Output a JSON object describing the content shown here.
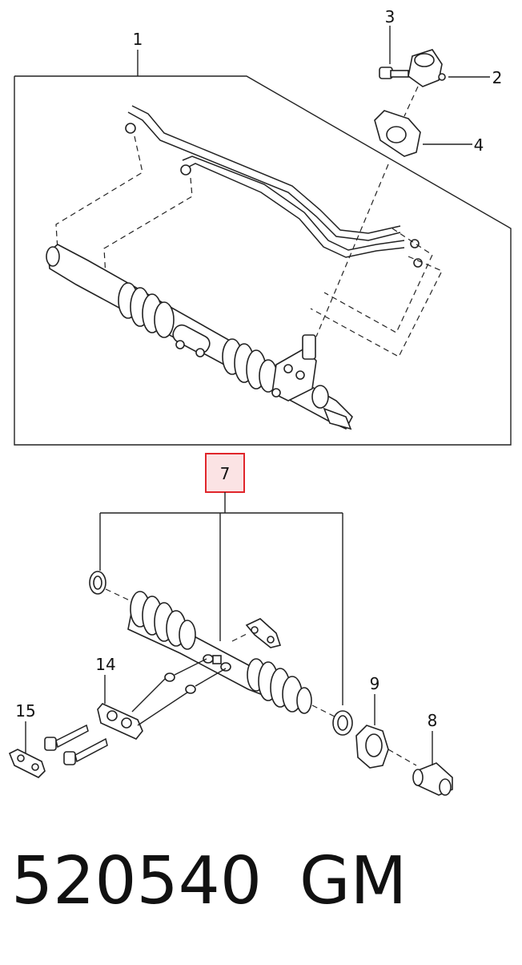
{
  "callouts": {
    "c1": "1",
    "c2": "2",
    "c3": "3",
    "c4": "4",
    "c7": "7",
    "c8": "8",
    "c9": "9",
    "c14": "14",
    "c15": "15"
  },
  "highlight_color": "#e0262b",
  "highlight_fill": "#fbe3e4",
  "footer": {
    "part_number": "520540",
    "brand": "GM"
  }
}
